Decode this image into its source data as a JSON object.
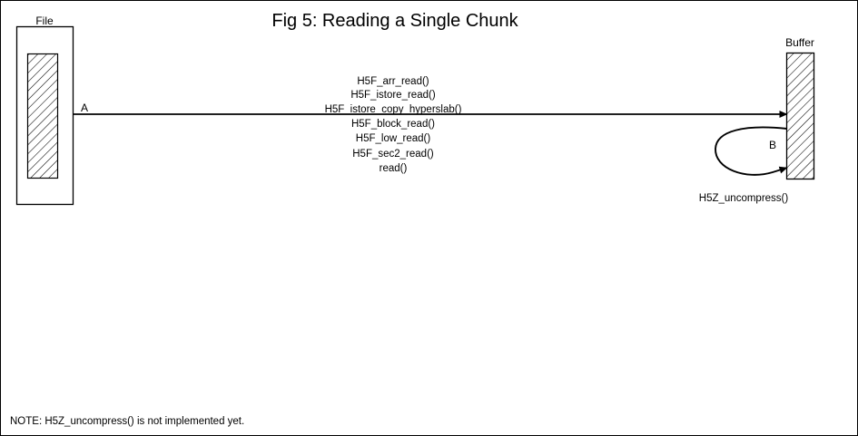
{
  "figure": {
    "title": "Fig 5:  Reading a Single Chunk",
    "note": "NOTE: H5Z_uncompress() is not implemented yet."
  },
  "nodes": {
    "file": {
      "label": "File",
      "fill_pattern": "diagonal-hatch"
    },
    "buffer": {
      "label": "Buffer",
      "fill_pattern": "diagonal-hatch"
    }
  },
  "edges": {
    "transfer": {
      "id": "A",
      "direction": "file-to-buffer",
      "calls": [
        "H5F_arr_read()",
        "H5F_istore_read()",
        "H5F_istore_copy_hyperslab()",
        "H5F_block_read()",
        "H5F_low_read()",
        "H5F_sec2_read()",
        "read()"
      ]
    },
    "loop": {
      "id": "B",
      "direction": "buffer-to-buffer",
      "label": "H5Z_uncompress()"
    }
  },
  "colors": {
    "stroke": "#000000",
    "background": "#ffffff",
    "text": "#000000"
  }
}
